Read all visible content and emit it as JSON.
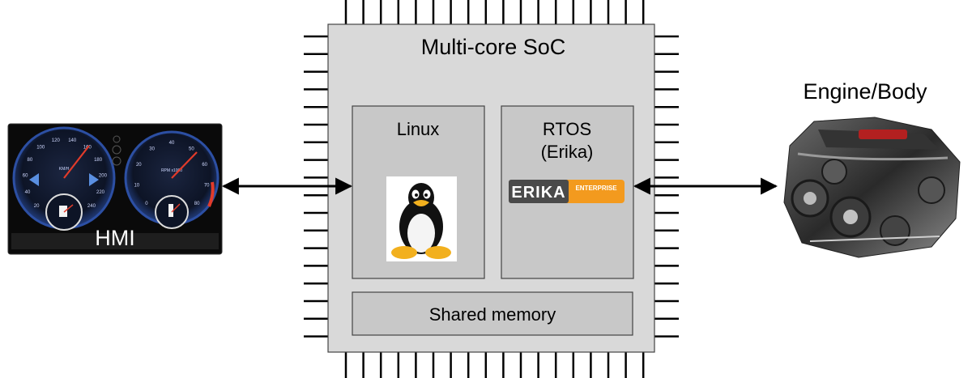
{
  "soc": {
    "title": "Multi-core SoC",
    "linux_label": "Linux",
    "rtos_label_line1": "RTOS",
    "rtos_label_line2": "(Erika)",
    "shared_memory_label": "Shared memory"
  },
  "hmi": {
    "label": "HMI"
  },
  "engine": {
    "label": "Engine/Body"
  },
  "erika_logo": {
    "word": "ERIKA",
    "suffix": "ENTERPRISE"
  },
  "gauges": {
    "speed_unit": "KM/H",
    "rpm_unit": "RPM x1000",
    "speed_ticks": [
      "20",
      "40",
      "60",
      "80",
      "100",
      "120",
      "140",
      "160",
      "180",
      "200",
      "220",
      "240"
    ],
    "rpm_ticks": [
      "0",
      "10",
      "20",
      "30",
      "40",
      "50",
      "60",
      "70",
      "80"
    ]
  },
  "colors": {
    "chip_fill": "#d9d9d9",
    "inner_fill": "#c8c8c8",
    "erika_orange": "#f39a1e",
    "gauge_blue": "#2c4fa3",
    "needle_red": "#e23b2a"
  }
}
